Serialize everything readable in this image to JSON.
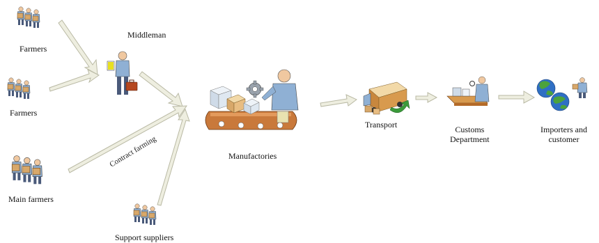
{
  "nodes": {
    "farmers_top": {
      "label": "Farmers",
      "icon": "farmer-group-icon"
    },
    "farmers_mid": {
      "label": "Farmers",
      "icon": "farmer-group-icon"
    },
    "main_farmers": {
      "label": "Main farmers",
      "icon": "farmer-group-icon"
    },
    "support_suppliers": {
      "label": "Support suppliers",
      "icon": "farmer-group-icon"
    },
    "middleman": {
      "label": "Middleman",
      "icon": "middleman-icon"
    },
    "manufactories": {
      "label": "Manufactories",
      "icon": "factory-icon"
    },
    "transport": {
      "label": "Transport",
      "icon": "truck-icon"
    },
    "customs": {
      "label_line1": "Customs",
      "label_line2": "Department",
      "icon": "customs-desk-icon"
    },
    "importers": {
      "label_line1": "Importers and",
      "label_line2": "customer",
      "icon": "globe-icon"
    }
  },
  "edges": {
    "contract_farming": "Contract farming"
  },
  "colors": {
    "arrow_fill": "#eeeee0",
    "arrow_stroke": "#b9b9a4",
    "box": "#d8a86a",
    "shirt": "#8fb0d4",
    "conveyor": "#c9793b",
    "globe_water": "#2f6fc4",
    "globe_land": "#4ca33c",
    "green_arrow": "#3b9a3b"
  }
}
